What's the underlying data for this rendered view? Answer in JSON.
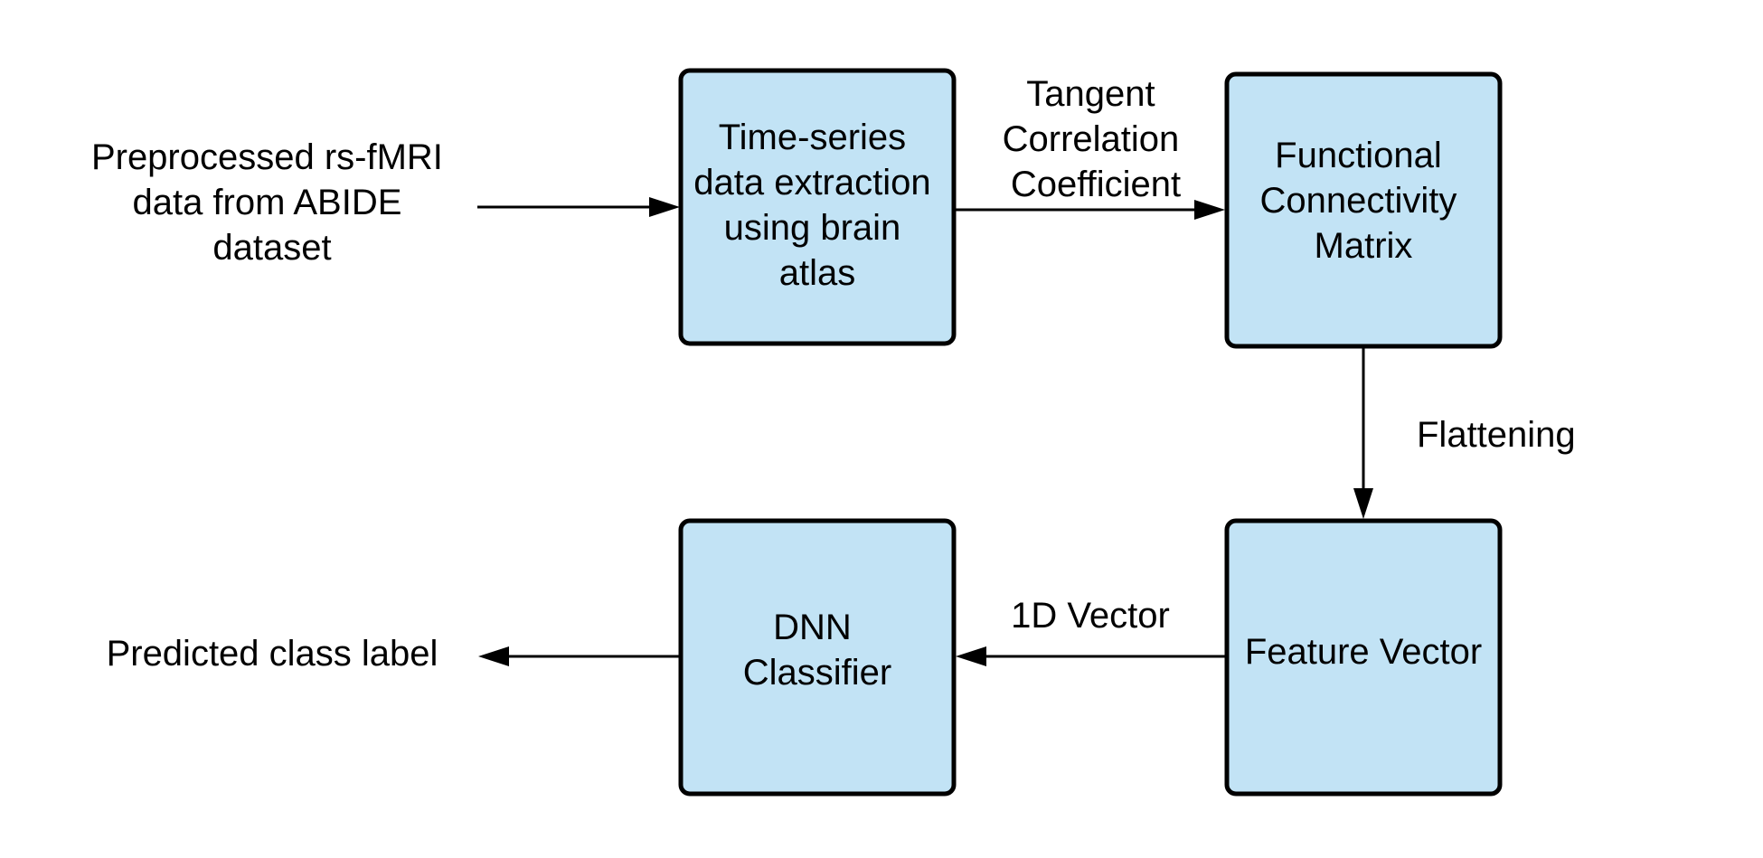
{
  "input_label": [
    "Preprocessed rs-fMRI",
    "data from ABIDE",
    "dataset"
  ],
  "output_label": [
    "Predicted class label"
  ],
  "nodes": {
    "time_series": [
      "Time-series",
      "data extraction",
      "using brain",
      "atlas"
    ],
    "fc_matrix": [
      "Functional",
      "Connectivity",
      "Matrix"
    ],
    "feature_vector": [
      "Feature Vector"
    ],
    "dnn_classifier": [
      "DNN",
      "Classifier"
    ]
  },
  "edge_labels": {
    "tangent": [
      "Tangent",
      "Correlation",
      "Coefficient"
    ],
    "flattening": [
      "Flattening"
    ],
    "vector": [
      "1D Vector"
    ]
  },
  "colors": {
    "box_fill": "#c2e3f5",
    "stroke": "#000000"
  }
}
